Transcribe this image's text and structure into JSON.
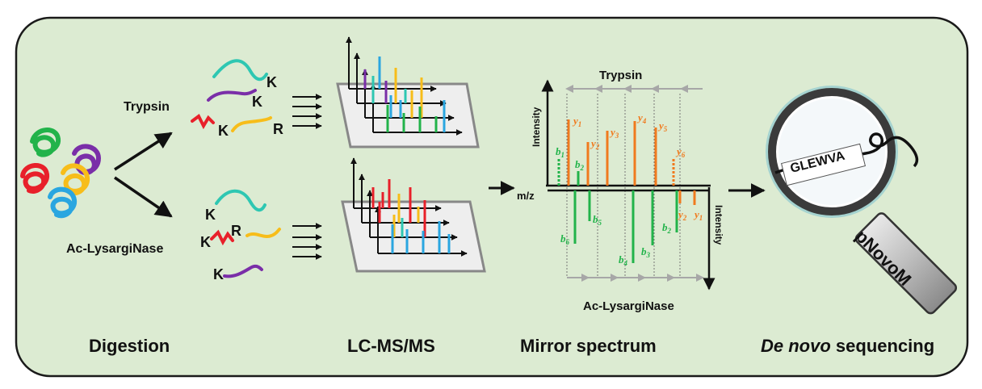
{
  "stages": {
    "digestion": "Digestion",
    "lcms": "LC-MS/MS",
    "mirror": "Mirror spectrum",
    "denovo_italic": "De novo",
    "denovo_rest": " sequencing"
  },
  "enzymes": {
    "trypsin": "Trypsin",
    "lysarginase": "Ac-LysargiNase"
  },
  "residues": {
    "k": "K",
    "r": "R"
  },
  "spectrum": {
    "top_title": "Trypsin",
    "bottom_title": "Ac-LysargiNase",
    "intensity": "Intensity",
    "mz": "m/z",
    "ions": {
      "y1_top": "y1",
      "y2_top": "y2",
      "y3": "y3",
      "y4": "y4",
      "y5": "y5",
      "y6": "y6",
      "b1": "b1",
      "b2_top": "b2",
      "b5": "b5",
      "b6": "b6",
      "b4": "b4",
      "b3": "b3",
      "b2_bot": "b2",
      "y2_bot": "y2",
      "y1_bot": "y1"
    }
  },
  "tool": {
    "sequence": "GLEWVA",
    "name": "pNovoM"
  },
  "colors": {
    "panel_bg": "#dcebd2",
    "orange": "#f07a1e",
    "green": "#22b34a",
    "yellow": "#f7bd1a",
    "blue": "#2aa6e0",
    "red": "#e8202a",
    "purple": "#7a2ea8",
    "teal": "#2ec7b2",
    "gray_arrow": "#a7a7a7"
  }
}
